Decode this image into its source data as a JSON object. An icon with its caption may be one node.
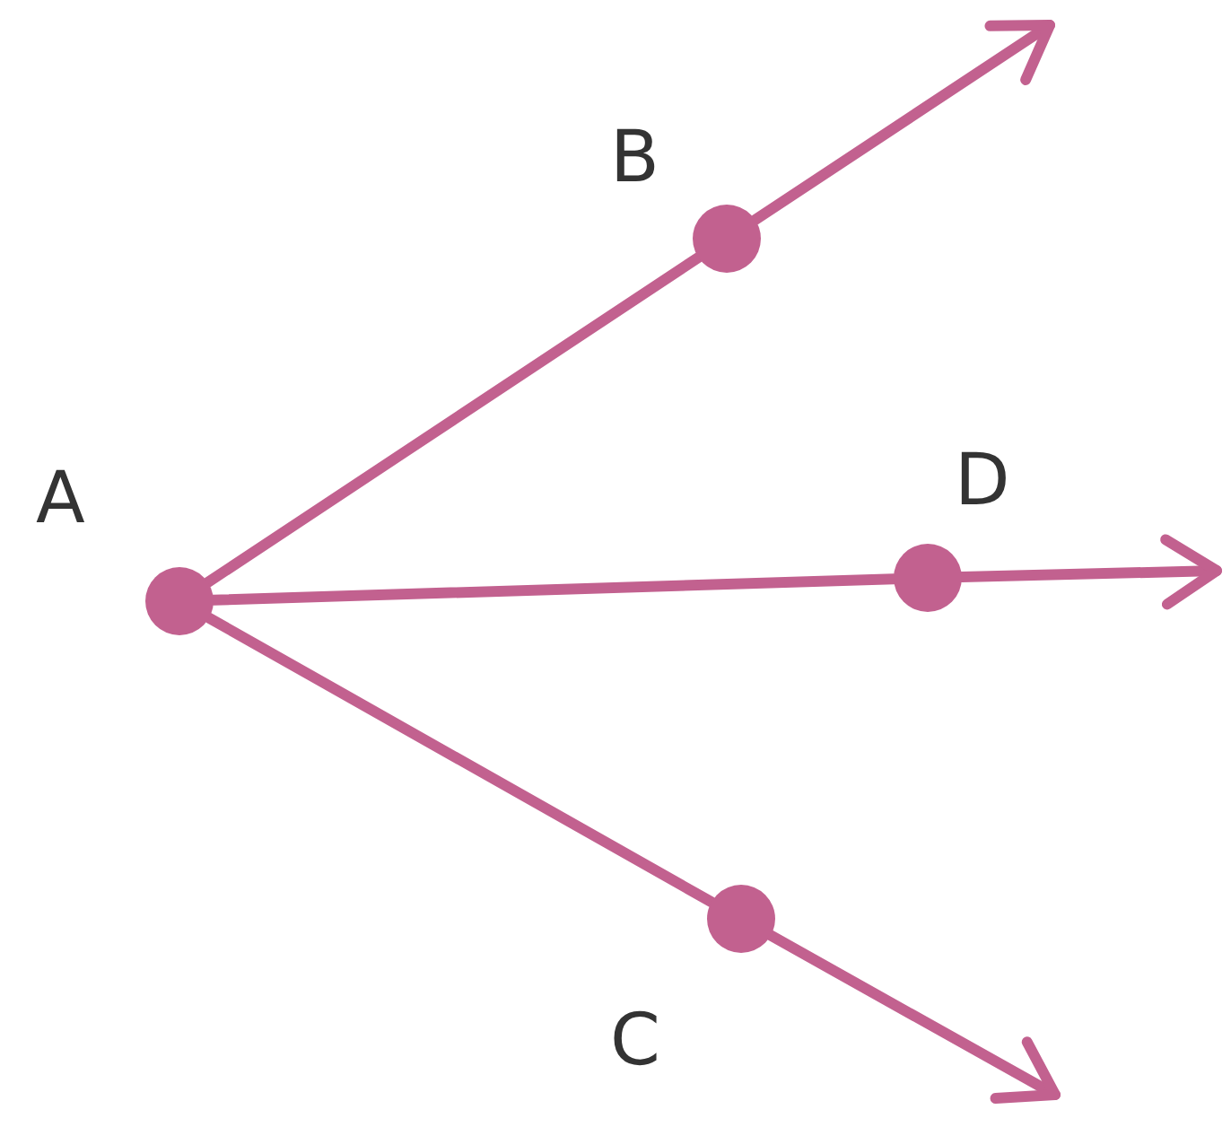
{
  "diagram": {
    "nodes": [
      {
        "text": [],
        "shape": "circle",
        "beside": [
          "A"
        ]
      },
      {
        "text": [],
        "shape": "circle",
        "beside": [
          "B"
        ]
      },
      {
        "text": [],
        "shape": "circle",
        "beside": [
          "D"
        ]
      },
      {
        "text": [],
        "shape": "circle",
        "beside": [
          "C"
        ]
      }
    ],
    "edges": [
      {
        "from": 0,
        "to": 1,
        "arrow": "none"
      },
      {
        "from": 1,
        "to": null,
        "arrow": "to"
      },
      {
        "from": 0,
        "to": 2,
        "arrow": "none"
      },
      {
        "from": 2,
        "to": null,
        "arrow": "to"
      },
      {
        "from": 0,
        "to": 3,
        "arrow": "none"
      },
      {
        "from": 3,
        "to": null,
        "arrow": "to"
      }
    ]
  }
}
